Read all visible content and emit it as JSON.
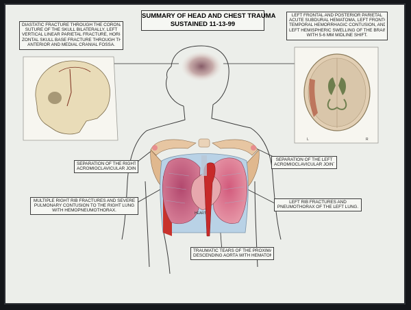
{
  "title": {
    "line1": "SUMMARY OF HEAD AND CHEST TRAUMA",
    "line2": "SUSTAINED 11-13-99"
  },
  "labels": {
    "skull": [
      "DIASTATIC FRACTURE THROUGH THE CORONAL",
      "SUTURE OF THE SKULL BILATERALLY, LEFT",
      "VERTICAL LINEAR PARIETAL FRACTURE, HORI-",
      "ZONTAL SKULL BASE FRACTURE THROUGH THE",
      "ANTERIOR AND MEDIAL CRANIAL FOSSA."
    ],
    "brain": [
      "LEFT FRONTAL AND POSTERIOR PARIETAL",
      "ACUTE SUBDURAL HEMATOMA, LEFT FRONTO-",
      "TEMPORAL HEMORRHAGIC CONTUSION, AND",
      "LEFT HEMISPHERIC SWELLING OF THE BRAIN",
      "WITH 5-6 MM MIDLINE SHIFT."
    ],
    "right_joint": [
      "SEPARATION OF THE RIGHT",
      "ACROMIOCLAVICULAR JOINT"
    ],
    "left_joint": [
      "SEPARATION OF THE LEFT",
      "ACROMIOCLAVICULAR JOINT"
    ],
    "right_ribs": [
      "MULTIPLE RIGHT RIB FRACTURES AND SEVERE",
      "PULMONARY CONTUSION TO THE RIGHT LUNG",
      "WITH HEMOPNEUMOTHORAX."
    ],
    "left_ribs": [
      "LEFT RIB FRACTURES AND",
      "PNEUMOTHORAX OF THE LEFT LUNG."
    ],
    "aorta": [
      "TRAUMATIC TEARS OF THE PROXIMAL",
      "DESCENDING AORTA WITH HEMATOMA."
    ],
    "heart": "HEART",
    "brain_l": "L",
    "brain_r": "R"
  }
}
